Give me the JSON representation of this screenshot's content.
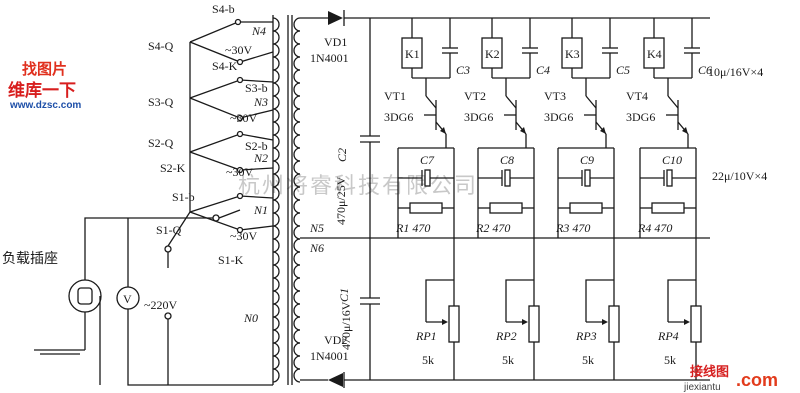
{
  "watermark": "杭州将睿科技有限公司",
  "logos": {
    "top_left_cn": "找图片",
    "top_left_cn2": "维库一下",
    "top_left_url": "www.dzsc.com",
    "bottom_right_cn": "接线图",
    "bottom_right_url": "jiexiantu",
    "bottom_right_com": ".com"
  },
  "left": {
    "socket": "负载插座",
    "voltmeter": "V",
    "mains": "~220V",
    "n0": "N0"
  },
  "switches": [
    {
      "b": "S4-b",
      "q": "S4-Q",
      "k": "S4-K",
      "n": "N4",
      "v": "~30V"
    },
    {
      "b": "S3-b",
      "q": "S3-Q",
      "k": "",
      "n": "N3",
      "v": "~30V"
    },
    {
      "b": "S2-b",
      "q": "S2-Q",
      "k": "S2-K",
      "n": "N2",
      "v": "~30V"
    },
    {
      "b": "S1-b",
      "q": "S1-Q",
      "k": "S1-K",
      "n": "N1",
      "v": "~30V"
    }
  ],
  "secondary": {
    "n5": "N5",
    "n6": "N6"
  },
  "diodes": [
    {
      "ref": "VD1",
      "part": "1N4001"
    },
    {
      "ref": "VD2",
      "part": "1N4001"
    }
  ],
  "caps_main": [
    {
      "ref": "C2",
      "value": "470μ/25V"
    },
    {
      "ref": "C1",
      "value": "470μ/16V"
    }
  ],
  "stages": [
    {
      "relay": "K1",
      "cap": "C3",
      "vt": "VT1",
      "vtpart": "3DG6",
      "ce": "C7",
      "r": "R1",
      "rv": "470",
      "rp": "RP1",
      "rpv": "5k"
    },
    {
      "relay": "K2",
      "cap": "C4",
      "vt": "VT2",
      "vtpart": "3DG6",
      "ce": "C8",
      "r": "R2",
      "rv": "470",
      "rp": "RP2",
      "rpv": "5k"
    },
    {
      "relay": "K3",
      "cap": "C5",
      "vt": "VT3",
      "vtpart": "3DG6",
      "ce": "C9",
      "r": "R3",
      "rv": "470",
      "rp": "RP3",
      "rpv": "5k"
    },
    {
      "relay": "K4",
      "cap": "C6",
      "vt": "VT4",
      "vtpart": "3DG6",
      "ce": "C10",
      "r": "R4",
      "rv": "470",
      "rp": "RP4",
      "rpv": "5k"
    }
  ],
  "notes": {
    "caps_top": "10μ/16V×4",
    "caps_mid": "22μ/10V×4"
  }
}
